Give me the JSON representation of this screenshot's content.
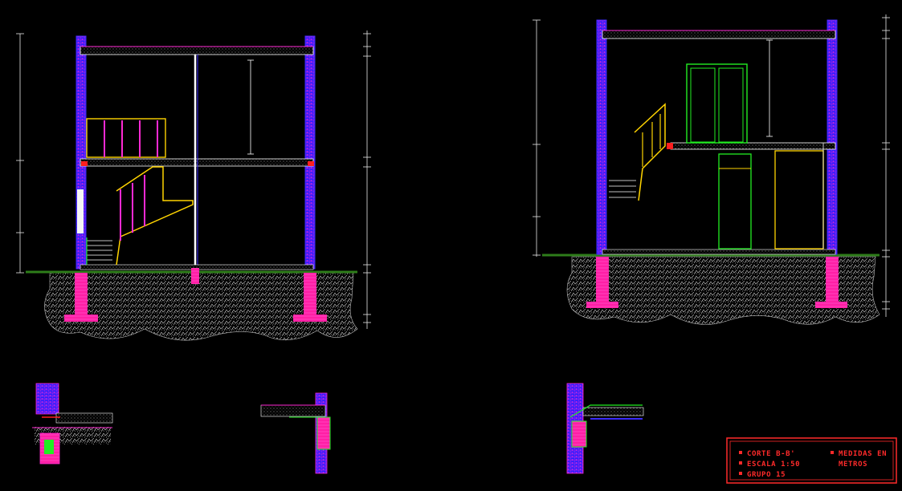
{
  "title_block": {
    "line1": "CORTE B-B'",
    "line2": "ESCALA 1:50",
    "line3": "GRUPO 15",
    "note": "MEDIDAS EN METROS",
    "note_line1": "MEDIDAS EN",
    "note_line2": "METROS"
  },
  "colors": {
    "background": "#000000",
    "wall": "#3b2bff",
    "brick": "#ff2ad4",
    "structure": "#ffffff",
    "stair": "#ffd400",
    "opening": "#22ee22",
    "ground_green": "#2e7d1a",
    "label": "#ff4dd2",
    "dimension": "#ffffff",
    "title_red": "#ff2a2a",
    "beam_red": "#ff1f1f"
  },
  "icons": [
    "soil-hatch-icon",
    "stair-icon",
    "door-icon",
    "foundation-icon"
  ]
}
